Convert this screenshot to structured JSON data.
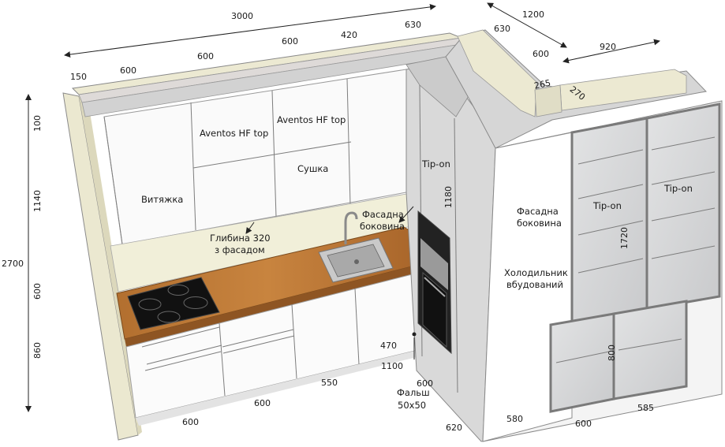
{
  "labels": {
    "aventos_1": "Aventos HF top",
    "aventos_2": "Aventos HF top",
    "vytyazhka": "Витяжка",
    "sushka": "Сушка",
    "hlybyna_1": "Глибина 320",
    "hlybyna_2": "з фасадом",
    "fasadna_1_a": "Фасадна",
    "fasadna_1_b": "боковина",
    "tip_on_1": "Tip-on",
    "tip_on_2": "Tip-on",
    "tip_on_3": "Tip-on",
    "fasadna_2_a": "Фасадна",
    "fasadna_2_b": "боковина",
    "holod_a": "Холодильник",
    "holod_b": "вбудований",
    "falsh_a": "Фальш",
    "falsh_b": "50х50"
  },
  "dimensions": {
    "top_3000": "3000",
    "top_1200": "1200",
    "d150": "150",
    "d600_a": "600",
    "d600_b": "600",
    "d600_c": "600",
    "d420": "420",
    "d630_a": "630",
    "d630_b": "630",
    "d600_d": "600",
    "d920": "920",
    "d265": "265",
    "d270": "270",
    "v100": "100",
    "v1140": "1140",
    "v2700": "2700",
    "v600": "600",
    "v860": "860",
    "v1180": "1180",
    "v1720": "1720",
    "v800": "800",
    "d470": "470",
    "d1100": "1100",
    "d600_e": "600",
    "d550": "550",
    "d600_f": "600",
    "d600_g": "600",
    "d620": "620",
    "d580": "580",
    "d600_h": "600",
    "d585": "585"
  }
}
